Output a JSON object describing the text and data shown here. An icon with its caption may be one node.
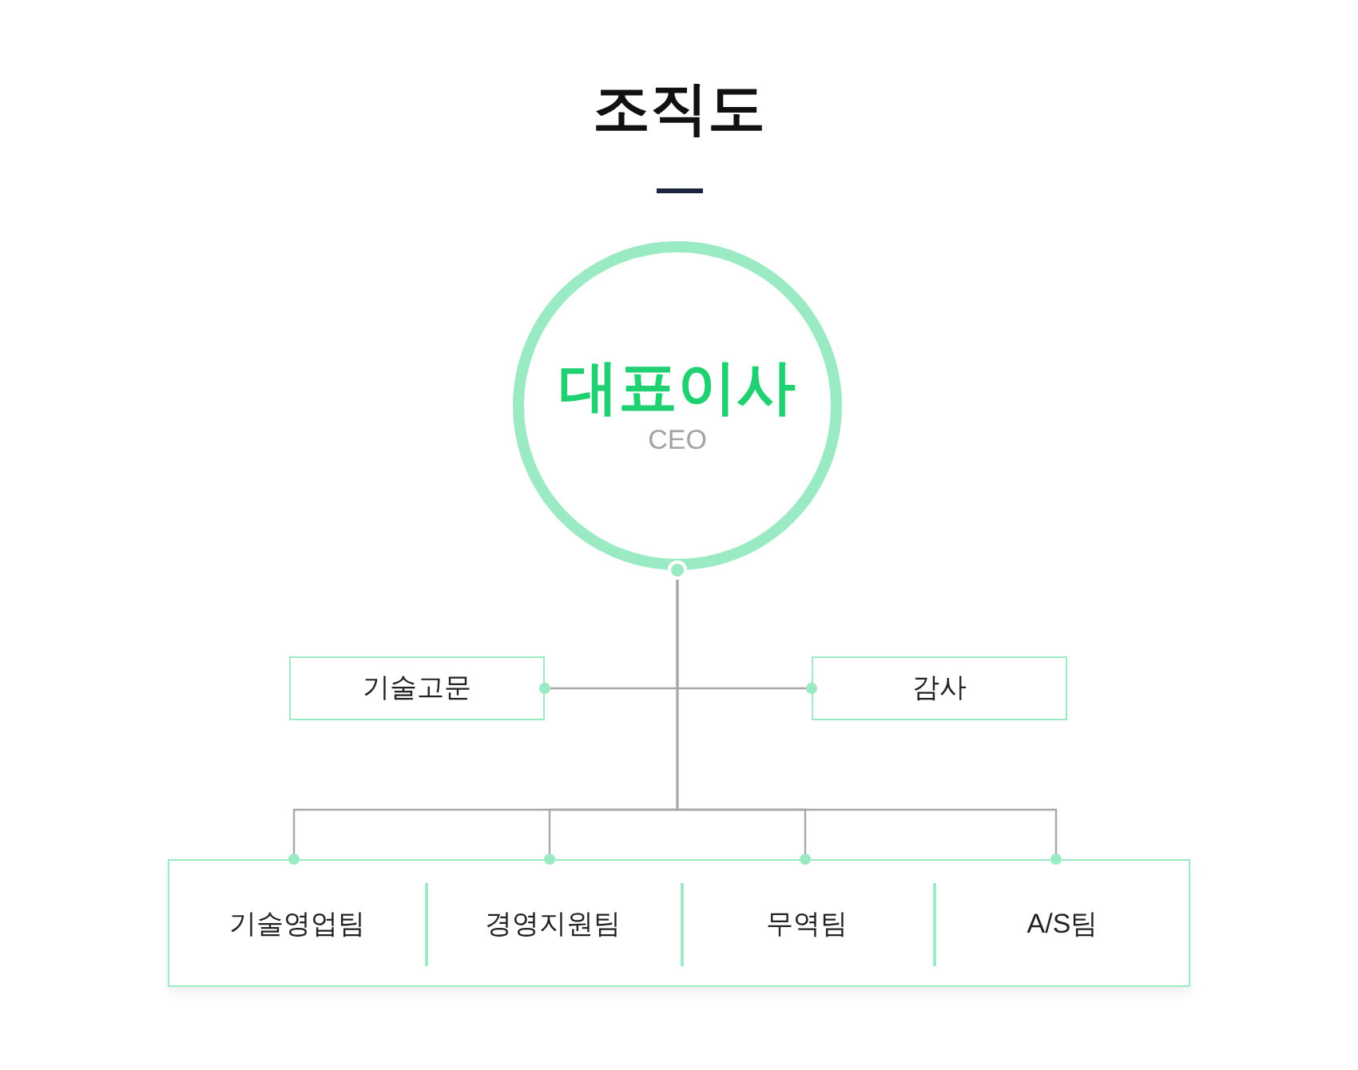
{
  "diagram": {
    "title": "조직도",
    "nodes": [
      {
        "text": [
          "대표이사",
          "CEO"
        ]
      },
      {
        "text": [
          "기술고문"
        ]
      },
      {
        "text": [
          "감사"
        ]
      },
      {
        "text": [],
        "shape": "box"
      },
      {
        "text": [
          "기술영업팀"
        ],
        "in": 3
      },
      {
        "text": [
          "경영지원팀"
        ],
        "in": 3
      },
      {
        "text": [
          "무역팀"
        ],
        "in": 3
      },
      {
        "text": [
          "A/S팀"
        ],
        "in": 3
      }
    ],
    "edges": [
      {
        "from": 0,
        "to": 1,
        "arrow": "other"
      },
      {
        "from": 0,
        "to": 2,
        "arrow": "other"
      },
      {
        "from": 0,
        "to": 4,
        "arrow": "other"
      },
      {
        "from": 0,
        "to": 5,
        "arrow": "other"
      },
      {
        "from": 0,
        "to": 6,
        "arrow": "other"
      },
      {
        "from": 0,
        "to": 7,
        "arrow": "other"
      }
    ]
  }
}
